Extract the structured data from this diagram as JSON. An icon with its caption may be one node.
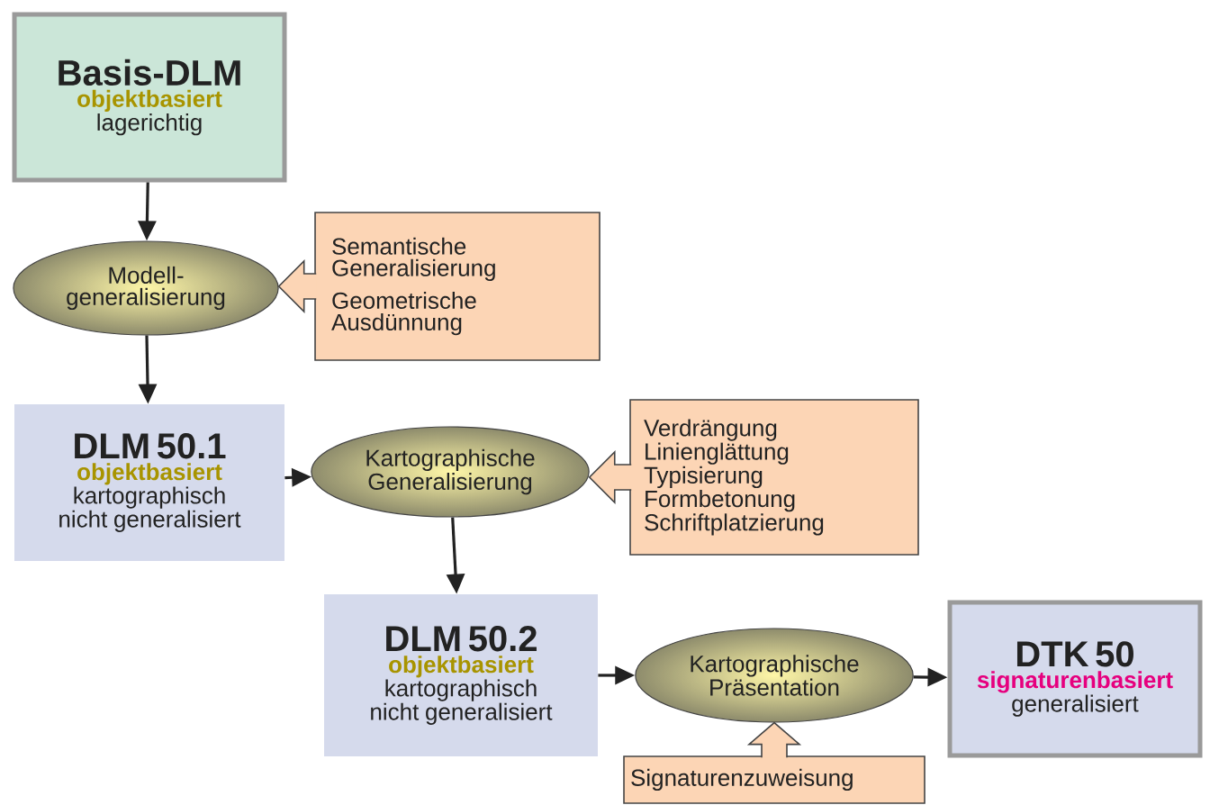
{
  "diagram": {
    "nodes": [
      {
        "text": [
          "Basis-DLM",
          "objektbasiert",
          "lagerichtig"
        ]
      },
      {
        "text": [
          "Modell- generalisierung"
        ]
      },
      {
        "text": [
          "Semantische Generalisierung",
          "Geometrische Ausdünnung"
        ]
      },
      {
        "text": [
          "DLM 50.1",
          "objektbasiert",
          "kartographisch nicht generalisiert"
        ]
      },
      {
        "text": [
          "Kartographische Generalisierung"
        ]
      },
      {
        "text": [
          "Verdrängung",
          "Linienglättung",
          "Typisierung",
          "Formbetonung",
          "Schriftplatzierung"
        ]
      },
      {
        "text": [
          "DLM 50.2",
          "objektbasiert",
          "kartographisch nicht generalisiert"
        ]
      },
      {
        "text": [
          "Kartographische Präsentation"
        ]
      },
      {
        "text": [
          "Signaturenzuweisung"
        ]
      },
      {
        "text": [
          "DTK 50",
          "signaturenbasiert",
          "generalisiert"
        ]
      }
    ],
    "edges": [
      {
        "from": 0,
        "to": 1,
        "arrow": "to"
      },
      {
        "from": 2,
        "to": 1,
        "arrow": "to",
        "style": "thick"
      },
      {
        "from": 1,
        "to": 3,
        "arrow": "to"
      },
      {
        "from": 3,
        "to": 4,
        "arrow": "to"
      },
      {
        "from": 5,
        "to": 4,
        "arrow": "to",
        "style": "thick"
      },
      {
        "from": 4,
        "to": 6,
        "arrow": "to"
      },
      {
        "from": 6,
        "to": 7,
        "arrow": "to"
      },
      {
        "from": 8,
        "to": 7,
        "arrow": "to",
        "style": "thick"
      },
      {
        "from": 7,
        "to": 9,
        "arrow": "to"
      }
    ]
  }
}
